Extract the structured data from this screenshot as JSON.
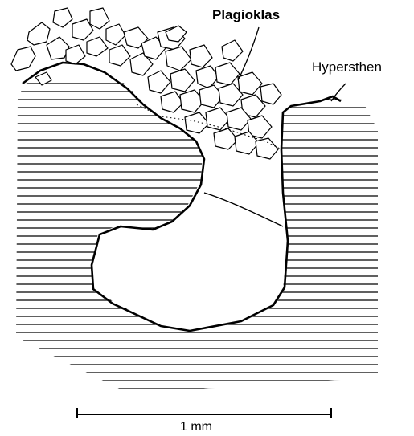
{
  "figure": {
    "labels": {
      "plagioclase": "Plagioklas",
      "hypersthene": "Hypersthen"
    },
    "scale_bar": {
      "label": "1 mm"
    }
  },
  "colors": {
    "ink": "#000000",
    "paper": "#ffffff"
  }
}
